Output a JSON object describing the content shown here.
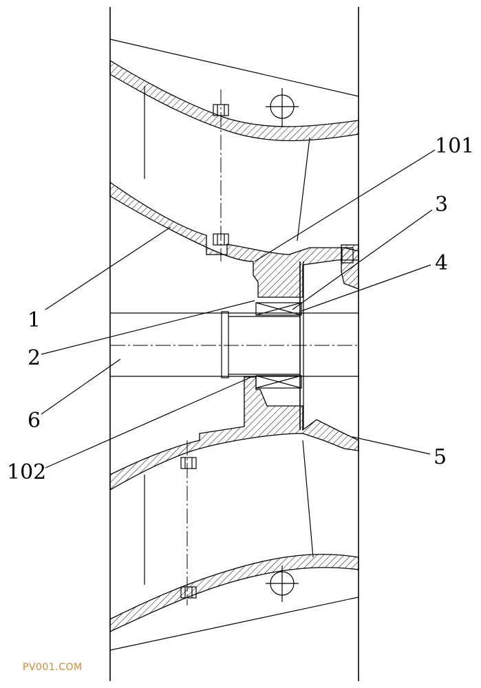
{
  "labels": {
    "part_1": "1",
    "part_101": "101",
    "part_2": "2",
    "part_3": "3",
    "part_4": "4",
    "part_5": "5",
    "part_6": "6",
    "part_102": "102"
  },
  "watermark": "PV001.COM",
  "colors": {
    "line": "#000000",
    "watermark": "#d08a30",
    "background": "#ffffff"
  }
}
